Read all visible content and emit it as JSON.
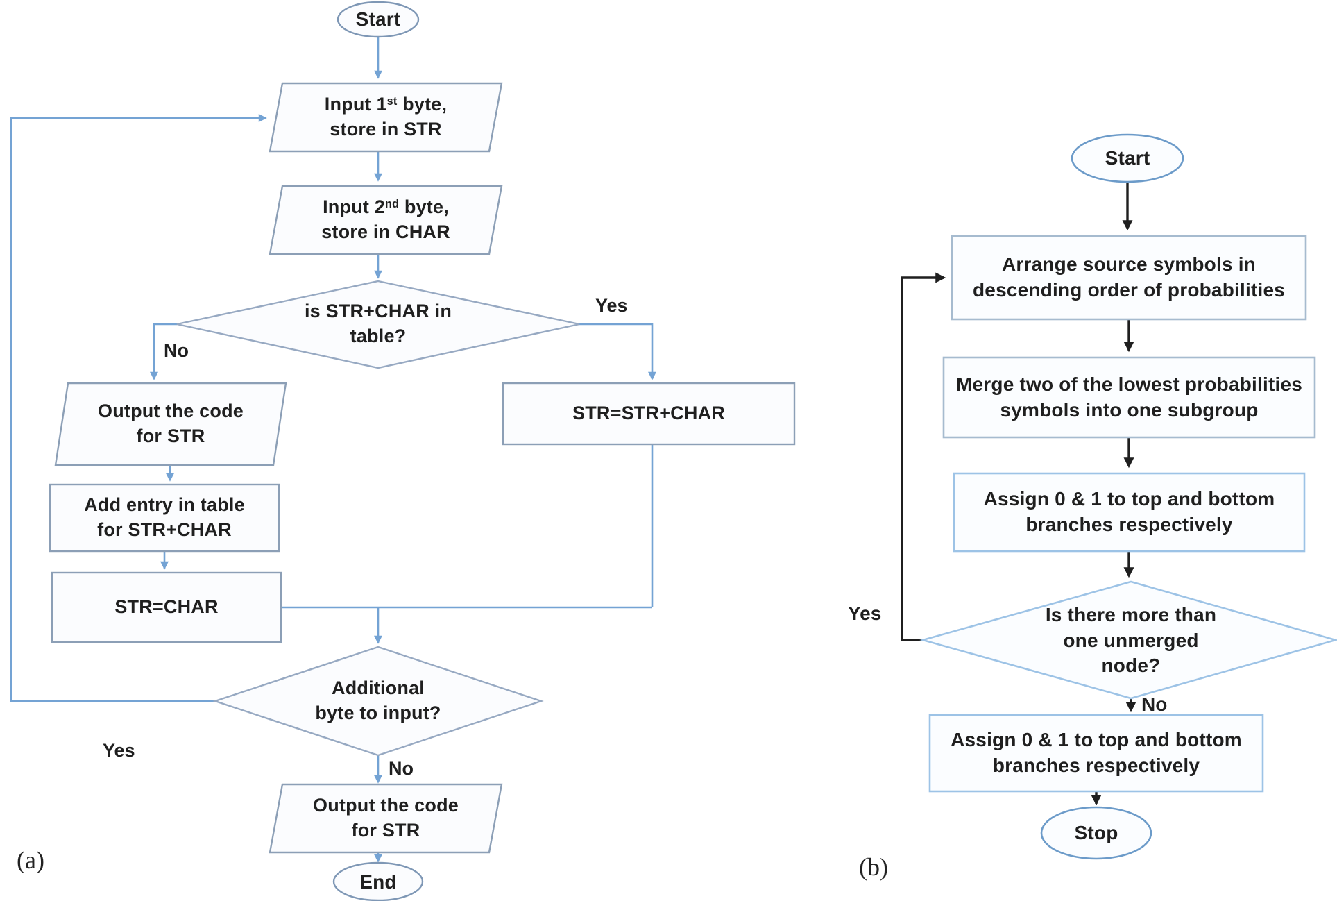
{
  "figure": {
    "caption_a": "(a)",
    "caption_b": "(b)"
  },
  "flowchart_a": {
    "start": "Start",
    "input1": {
      "prefix": "Input 1",
      "sup": "st",
      "suffix": " byte,",
      "line2": "store in STR"
    },
    "input2": {
      "prefix": "Input 2",
      "sup": "nd",
      "suffix": " byte,",
      "line2": "store in CHAR"
    },
    "decision1": {
      "line1": "is STR+CHAR in",
      "line2": "table?"
    },
    "decision1_no": "No",
    "decision1_yes": "Yes",
    "output_code": {
      "line1": "Output the code",
      "line2": "for STR"
    },
    "add_entry": {
      "line1": "Add entry in table",
      "line2": "for STR+CHAR"
    },
    "str_char": "STR=CHAR",
    "str_str_char": "STR=STR+CHAR",
    "decision2": {
      "line1": "Additional",
      "line2": "byte to input?"
    },
    "decision2_yes": "Yes",
    "decision2_no": "No",
    "output_code_final": {
      "line1": "Output the code",
      "line2": "for STR"
    },
    "end": "End"
  },
  "flowchart_b": {
    "start": "Start",
    "arrange": {
      "line1": "Arrange source symbols in",
      "line2": "descending order of probabilities"
    },
    "merge": {
      "line1": "Merge two of the lowest probabilities",
      "line2": "symbols into one subgroup"
    },
    "assign1": {
      "line1": "Assign 0 & 1 to top and bottom",
      "line2": "branches respectively"
    },
    "decision": {
      "line1": "Is there more than",
      "line2": "one unmerged",
      "line3": "node?"
    },
    "decision_yes": "Yes",
    "decision_no": "No",
    "assign2": {
      "line1": "Assign 0 & 1 to top and bottom",
      "line2": "branches respectively"
    },
    "stop": "Stop"
  },
  "colors": {
    "flow_a_line": "#74A3D4",
    "flow_a_border": "#8C9FB6",
    "flow_b_border": "#9DC3E6",
    "flow_b_line": "#1f1f1f",
    "shape_fill": "#FBFCFE",
    "text": "#1f1f1f"
  }
}
